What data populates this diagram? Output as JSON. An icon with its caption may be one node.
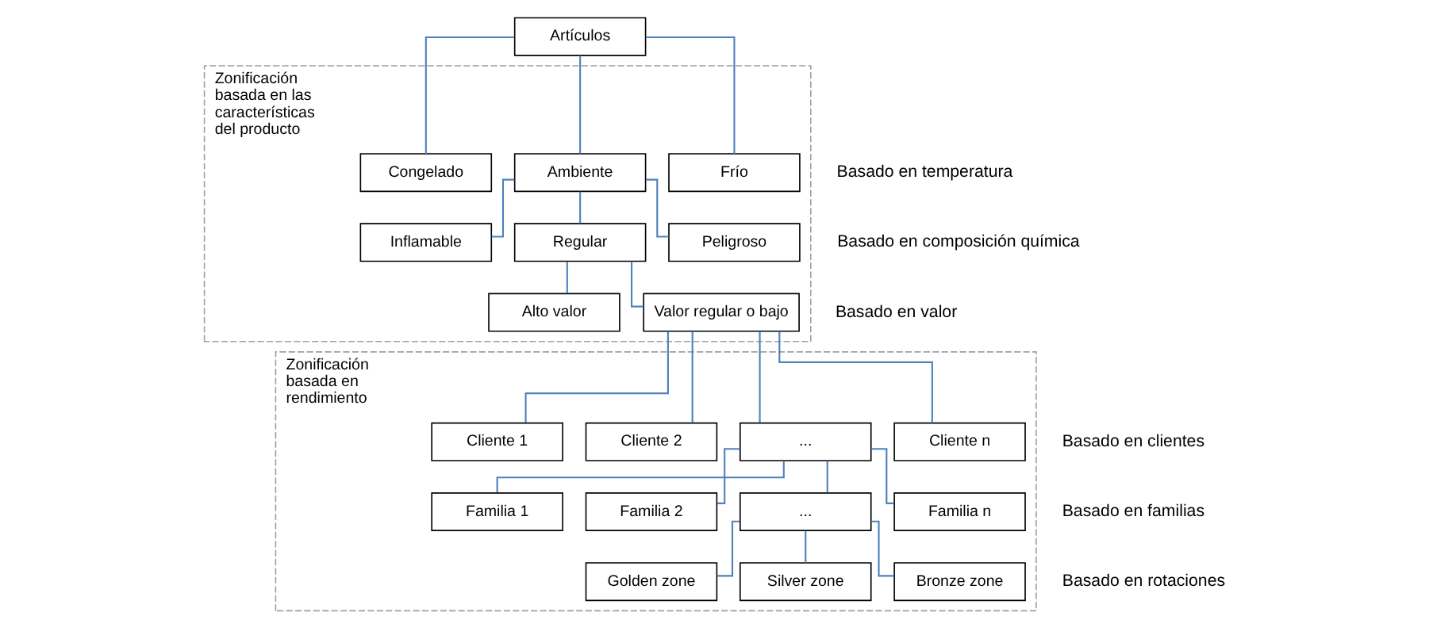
{
  "diagram": {
    "nodes": [
      {
        "text": [
          "Artículos"
        ]
      },
      {
        "text": [
          "Zonificación basada en las características del producto"
        ]
      },
      {
        "text": [
          "Congelado"
        ],
        "in": 1
      },
      {
        "text": [
          "Ambiente"
        ],
        "in": 1
      },
      {
        "text": [
          "Frío"
        ],
        "in": 1
      },
      {
        "text": [
          "Inflamable"
        ],
        "in": 1
      },
      {
        "text": [
          "Regular"
        ],
        "in": 1
      },
      {
        "text": [
          "Peligroso"
        ],
        "in": 1
      },
      {
        "text": [
          "Alto valor"
        ],
        "in": 1
      },
      {
        "text": [
          "Valor regular o bajo"
        ],
        "in": 1
      },
      {
        "text": [
          "Zonificación basada en rendimiento"
        ]
      },
      {
        "text": [
          "Cliente 1"
        ],
        "in": 10
      },
      {
        "text": [
          "Cliente 2"
        ],
        "in": 10
      },
      {
        "text": [
          "..."
        ],
        "in": 10
      },
      {
        "text": [
          "Cliente n"
        ],
        "in": 10
      },
      {
        "text": [
          "Familia 1"
        ],
        "in": 10
      },
      {
        "text": [
          "Familia 2"
        ],
        "in": 10
      },
      {
        "text": [
          "..."
        ],
        "in": 10
      },
      {
        "text": [
          "Familia n"
        ],
        "in": 10
      },
      {
        "text": [
          "Golden zone"
        ],
        "in": 10
      },
      {
        "text": [
          "Silver zone"
        ],
        "in": 10
      },
      {
        "text": [
          "Bronze zone"
        ],
        "in": 10
      }
    ],
    "edges": [
      {
        "from": 0,
        "to": 2,
        "arrow": "none"
      },
      {
        "from": 0,
        "to": 3,
        "arrow": "none"
      },
      {
        "from": 0,
        "to": 4,
        "arrow": "none"
      },
      {
        "from": 3,
        "to": 5,
        "arrow": "none"
      },
      {
        "from": 3,
        "to": 6,
        "arrow": "none"
      },
      {
        "from": 3,
        "to": 7,
        "arrow": "none"
      },
      {
        "from": 6,
        "to": 8,
        "arrow": "none"
      },
      {
        "from": 6,
        "to": 9,
        "arrow": "none"
      },
      {
        "from": 9,
        "to": 11,
        "arrow": "none"
      },
      {
        "from": 9,
        "to": 12,
        "arrow": "none"
      },
      {
        "from": 9,
        "to": 13,
        "arrow": "none"
      },
      {
        "from": 9,
        "to": 14,
        "arrow": "none"
      },
      {
        "from": 13,
        "to": 15,
        "arrow": "none"
      },
      {
        "from": 13,
        "to": 16,
        "arrow": "none"
      },
      {
        "from": 13,
        "to": 17,
        "arrow": "none"
      },
      {
        "from": 13,
        "to": 18,
        "arrow": "none"
      },
      {
        "from": 17,
        "to": 19,
        "arrow": "none"
      },
      {
        "from": 17,
        "to": 20,
        "arrow": "none"
      },
      {
        "from": 17,
        "to": 21,
        "arrow": "none"
      }
    ],
    "labels": [
      "Basado en temperatura",
      "Basado en composición química",
      "Basado en valor",
      "Basado en clientes",
      "Basado en familias",
      "Basado en rotaciones"
    ]
  }
}
